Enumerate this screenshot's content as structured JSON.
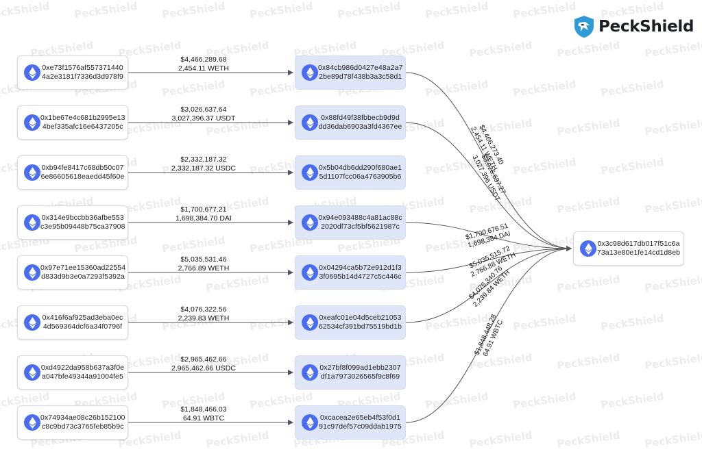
{
  "brand": {
    "name": "PeckShield",
    "watermark": "PeckShield",
    "logo_icon": "shield-logo-icon",
    "accent": "#2e9bd6"
  },
  "colors": {
    "eth_icon": "#4a6cf0",
    "intermediate_bg": "#dfe6f7",
    "edge": "#555555"
  },
  "sources": [
    {
      "line1": "0xe73f1576af557371440",
      "line2": "4a2e3181f7336d3d978f9"
    },
    {
      "line1": "0x1be67e4c681b2995e13",
      "line2": "4bef335afc16e6437205c"
    },
    {
      "line1": "0xb94fe8417c68db50c07",
      "line2": "6e86605618eaedd45f60e"
    },
    {
      "line1": "0x314e9bccbb36afbe553",
      "line2": "c3e95b09448b75ca37908"
    },
    {
      "line1": "0x97e71ee15360ad22554",
      "line2": "d833d9b3e0a7293f5392a"
    },
    {
      "line1": "0x416f6af925ad3eba0ec",
      "line2": "4d569364dcf6a34f0796f"
    },
    {
      "line1": "0xd4922da958b637a3f0e",
      "line2": "a047bfe49344a91004fe5"
    },
    {
      "line1": "0x74934ae08c26b152100",
      "line2": "c8c9bd73c3765feb85b9c"
    }
  ],
  "left_edges": [
    {
      "usd": "$4,466,289.68",
      "amount": "2,454.11 WETH"
    },
    {
      "usd": "$3,026,637.64",
      "amount": "3,027,396.37 USDT"
    },
    {
      "usd": "$2,332,187.32",
      "amount": "2,332,187.32 USDC"
    },
    {
      "usd": "$1,700,677.21",
      "amount": "1,698,384.70 DAI"
    },
    {
      "usd": "$5,035,531.46",
      "amount": "2,766.89 WETH"
    },
    {
      "usd": "$4,076,322.56",
      "amount": "2,239.83 WETH"
    },
    {
      "usd": "$2,965,462.66",
      "amount": "2,965,462.66 USDC"
    },
    {
      "usd": "$1,848,466.03",
      "amount": "64.91 WBTC"
    }
  ],
  "intermediates": [
    {
      "line1": "0x84cb986d0427e48a2a7",
      "line2": "2be89d78f438b3a3c58d1"
    },
    {
      "line1": "0x88fd49f38fbbecb9d9d",
      "line2": "dd36dab6903a3fd4367ee"
    },
    {
      "line1": "0x5b04db6dd290f680ae1",
      "line2": "5d1107fcc06a4763905b6"
    },
    {
      "line1": "0x94e093488c4a81ac88c",
      "line2": "2020df73cf5bf5621987c"
    },
    {
      "line1": "0x04294ca5b72e912d1f3",
      "line2": "3f0695b14d4727c5c446c"
    },
    {
      "line1": "0xeafc01e04d5ceb21053",
      "line2": "62534cf391bd75519bd1b"
    },
    {
      "line1": "0x27bf8f099ad1ebb2307",
      "line2": "df1a7973026565f9c8f69"
    },
    {
      "line1": "0xcacea2e65eb4f53f0d1",
      "line2": "91c97def57c09ddab1975"
    }
  ],
  "right_edges": [
    {
      "usd": "$4,466,273.40",
      "amount": "2,454.11 WETH"
    },
    {
      "usd": "$3,026,637.27",
      "amount": "3,027,396 USDT"
    },
    {
      "usd": "$1,700,676.51",
      "amount": "1,698,384 DAI"
    },
    {
      "usd": "$5,035,515.72",
      "amount": "2,766.88 WETH"
    },
    {
      "usd": "$4,076,340.76",
      "amount": "2,239.84 WETH"
    },
    {
      "usd": "$1,848,448.28",
      "amount": "64.91 WBTC"
    }
  ],
  "destination": {
    "line1": "0x3c98d617db017f51c6a",
    "line2": "73a13e80e1fe14cd1d8eb"
  }
}
